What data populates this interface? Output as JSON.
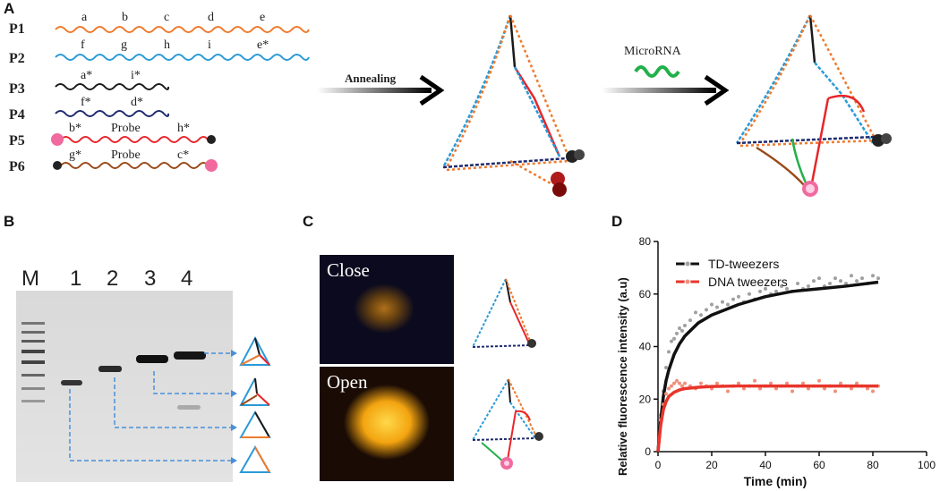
{
  "panels": {
    "A": "A",
    "B": "B",
    "C": "C",
    "D": "D"
  },
  "panelA": {
    "strands": [
      {
        "name": "P1",
        "color": "#f07a2c",
        "domains": [
          "a",
          "b",
          "c",
          "d",
          "e"
        ]
      },
      {
        "name": "P2",
        "color": "#2a9ad8",
        "domains": [
          "f",
          "g",
          "h",
          "i",
          "e*"
        ]
      },
      {
        "name": "P3",
        "color": "#1a1a1a",
        "domains": [
          "a*",
          "i*"
        ]
      },
      {
        "name": "P4",
        "color": "#1e2a6e",
        "domains": [
          "f*",
          "d*"
        ]
      },
      {
        "name": "P5",
        "color": "#e8252b",
        "domains": [
          "b*",
          "Probe",
          "h*"
        ]
      },
      {
        "name": "P6",
        "color": "#9a4a1a",
        "domains": [
          "g*",
          "Probe",
          "c*"
        ]
      }
    ],
    "annealing_label": "Annealing",
    "microrna_label": "MicroRNA"
  },
  "panelB": {
    "lanes": [
      "M",
      "1",
      "2",
      "3",
      "4"
    ]
  },
  "panelC": {
    "close_label": "Close",
    "open_label": "Open"
  },
  "chart_data": {
    "type": "scatter",
    "title": "",
    "xlabel": "Time (min)",
    "ylabel": "Relative fluorescence intensity (a.u)",
    "xlim": [
      0,
      100
    ],
    "ylim": [
      0,
      80
    ],
    "xticks": [
      0,
      20,
      40,
      60,
      80,
      100
    ],
    "yticks": [
      0,
      20,
      40,
      60,
      80
    ],
    "legend_position": "top-left",
    "series": [
      {
        "name": "TD-tweezers",
        "line_color": "#111111",
        "point_color": "#a0a0a0",
        "fit": {
          "x": [
            0,
            1,
            2,
            3,
            4,
            6,
            8,
            10,
            15,
            20,
            30,
            40,
            50,
            60,
            70,
            82
          ],
          "y": [
            0,
            12,
            21,
            27,
            31,
            37,
            41,
            44,
            49,
            52,
            56,
            59,
            61,
            62,
            63,
            64.5
          ]
        },
        "points": {
          "x": [
            1,
            2,
            3,
            4,
            5,
            6,
            7,
            8,
            9,
            10,
            12,
            14,
            16,
            18,
            20,
            22,
            24,
            26,
            28,
            30,
            32,
            34,
            36,
            38,
            40,
            42,
            44,
            46,
            48,
            50,
            52,
            54,
            56,
            58,
            60,
            62,
            64,
            66,
            68,
            70,
            72,
            74,
            76,
            78,
            80,
            82
          ],
          "y": [
            14,
            23,
            32,
            38,
            42,
            43,
            45,
            47,
            46,
            48,
            50,
            53,
            52,
            54,
            56,
            55,
            57,
            56,
            58,
            59,
            57,
            60,
            58,
            61,
            62,
            60,
            61,
            63,
            62,
            61,
            64,
            62,
            63,
            65,
            66,
            63,
            64,
            66,
            65,
            64,
            67,
            65,
            66,
            64,
            67,
            66
          ]
        }
      },
      {
        "name": "DNA tweezers",
        "line_color": "#e8352b",
        "point_color": "#f0907a",
        "fit": {
          "x": [
            0,
            1,
            2,
            3,
            4,
            6,
            8,
            10,
            15,
            20,
            30,
            40,
            60,
            82
          ],
          "y": [
            0,
            10,
            16,
            19,
            21,
            22.6,
            23.5,
            24,
            24.5,
            24.8,
            25,
            25,
            25,
            25
          ]
        },
        "points": {
          "x": [
            1,
            2,
            3,
            4,
            5,
            6,
            7,
            8,
            9,
            10,
            12,
            14,
            16,
            18,
            20,
            22,
            24,
            26,
            28,
            30,
            32,
            34,
            36,
            38,
            40,
            42,
            44,
            46,
            48,
            50,
            52,
            54,
            56,
            58,
            60,
            62,
            64,
            66,
            68,
            70,
            72,
            74,
            76,
            78,
            80,
            82
          ],
          "y": [
            12,
            18,
            22,
            24,
            25,
            26,
            27,
            26,
            25,
            26,
            25,
            24,
            26,
            25,
            24,
            26,
            25,
            23,
            25,
            26,
            24,
            25,
            27,
            24,
            25,
            26,
            24,
            25,
            26,
            23,
            25,
            26,
            24,
            25,
            27,
            24,
            25,
            23,
            26,
            25,
            24,
            26,
            25,
            24,
            23,
            25
          ]
        }
      }
    ]
  }
}
